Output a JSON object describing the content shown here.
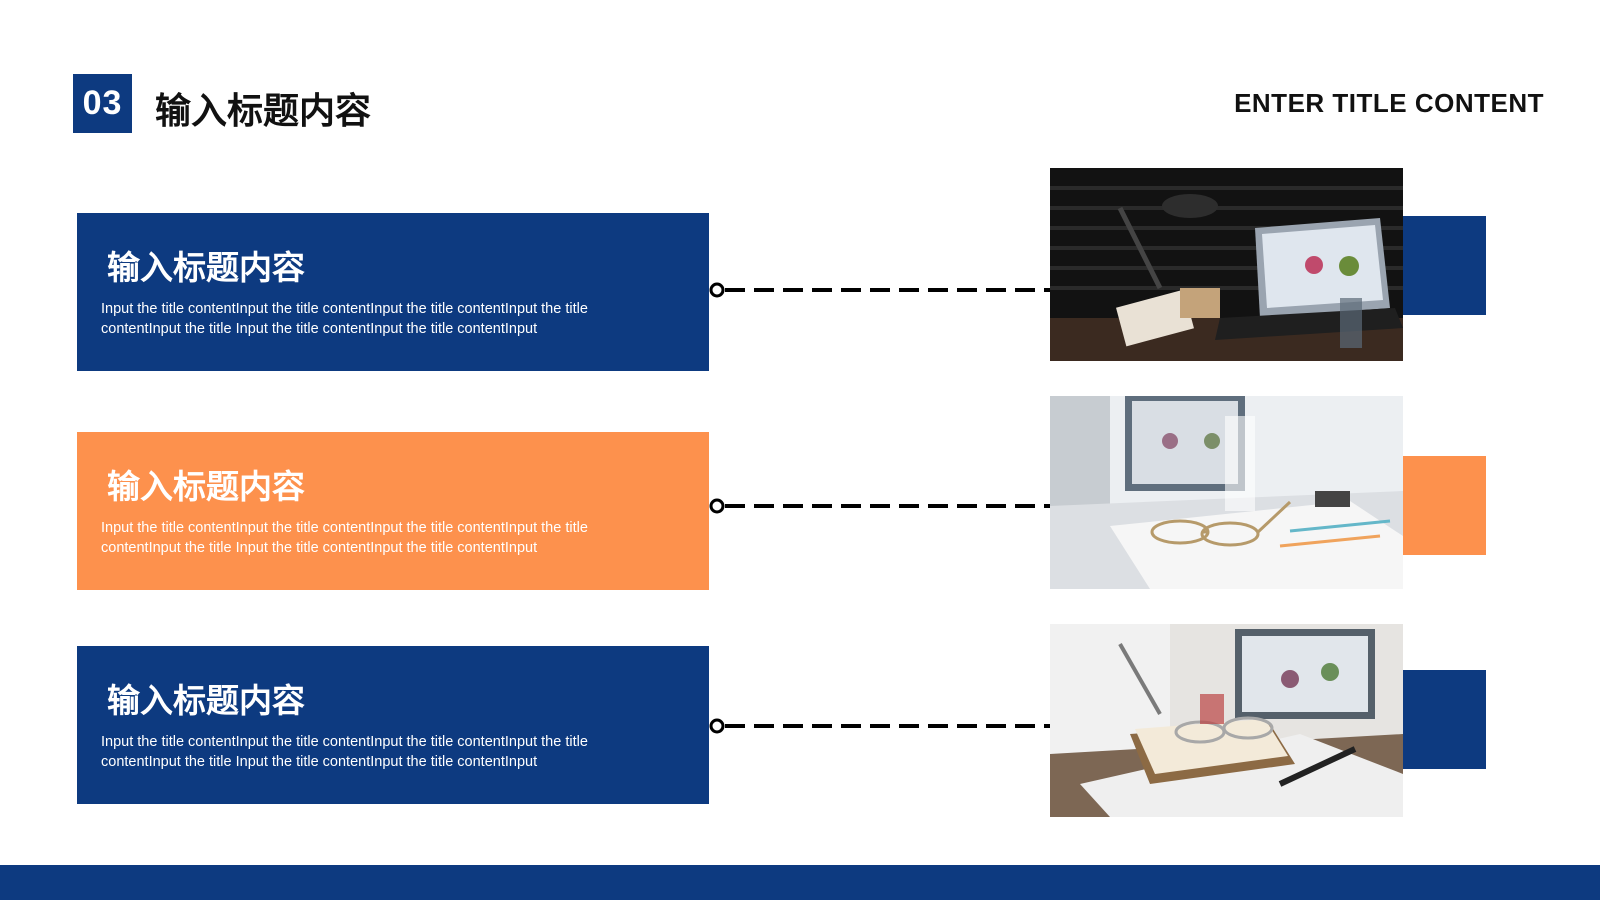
{
  "header": {
    "number": "03",
    "title": "输入标题内容",
    "title_en": "ENTER TITLE CONTENT"
  },
  "items": [
    {
      "title": "输入标题内容",
      "body": "Input the title contentInput the title contentInput the title contentInput the title contentInput the title Input the title contentInput the title contentInput"
    },
    {
      "title": "输入标题内容",
      "body": "Input the title contentInput the title contentInput the title contentInput the title contentInput the title Input the title contentInput the title contentInput"
    },
    {
      "title": "输入标题内容",
      "body": "Input the title contentInput the title contentInput the title contentInput the title contentInput the title Input the title contentInput the title contentInput"
    }
  ],
  "colors": {
    "primary_blue": "#0d3a80",
    "accent_orange": "#fd914d"
  },
  "icons": [
    "desk-photo-dark",
    "desk-photo-glasses",
    "desk-photo-notebook"
  ]
}
